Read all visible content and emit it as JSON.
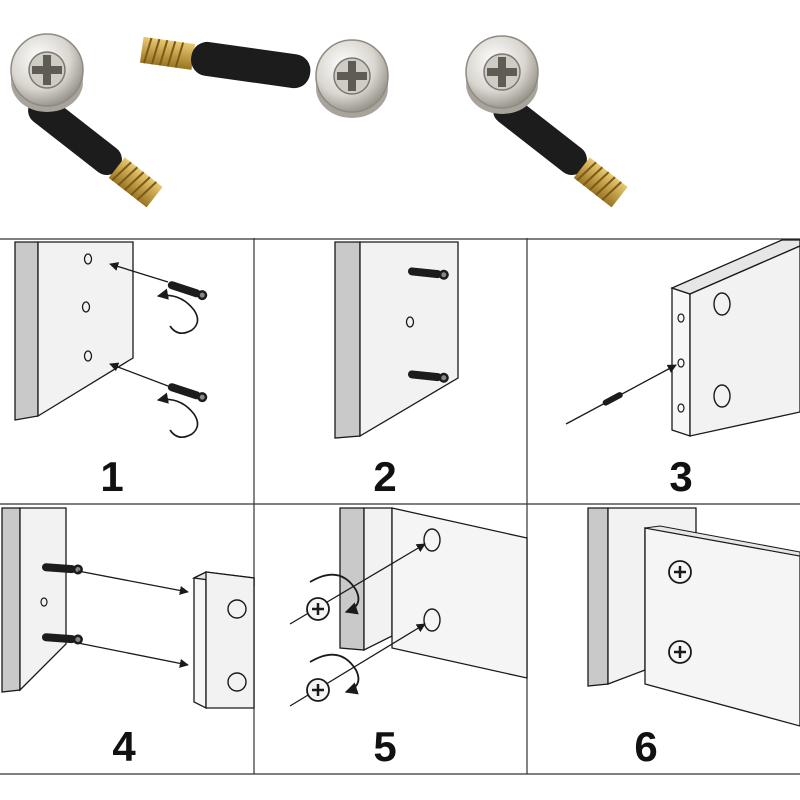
{
  "steps": [
    {
      "number": "1"
    },
    {
      "number": "2"
    },
    {
      "number": "3"
    },
    {
      "number": "4"
    },
    {
      "number": "5"
    },
    {
      "number": "6"
    }
  ],
  "colors": {
    "panel_face": "#f2f2f2",
    "panel_edge": "#c9c9c9",
    "line": "#1a1a1a",
    "metal_light": "#e9e6e0",
    "metal_dark": "#a8a49c",
    "sleeve": "#1c1c1c",
    "brass": "#c9a23a"
  },
  "icons": [
    "cam-lock-fitting-icon",
    "cam-bolt-icon",
    "arrow-icon",
    "rotate-arrow-icon",
    "screwdriver-icon"
  ]
}
